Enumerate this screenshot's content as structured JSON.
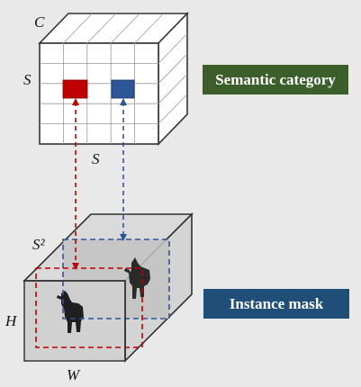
{
  "labels": {
    "grid_depth": "C",
    "grid_height": "S",
    "grid_width": "S",
    "mask_depth": "S²",
    "mask_height": "H",
    "mask_width": "W"
  },
  "boxes": {
    "semantic": {
      "text": "Semantic category",
      "color": "#3b5e2b"
    },
    "instance": {
      "text": "Instance mask",
      "color": "#1f4e79"
    }
  },
  "colors": {
    "background": "#e9e9e9",
    "grid_cell_red": "#c00000",
    "grid_cell_blue": "#2e5597",
    "arrow_red": "#c00000",
    "arrow_blue": "#2f5597",
    "mask_fill": "#cfcfcf",
    "mask_shadow": "#bdbdbd"
  },
  "icons": {
    "animal_front": "alpaca-silhouette-icon",
    "animal_back": "alpaca-silhouette-icon"
  }
}
